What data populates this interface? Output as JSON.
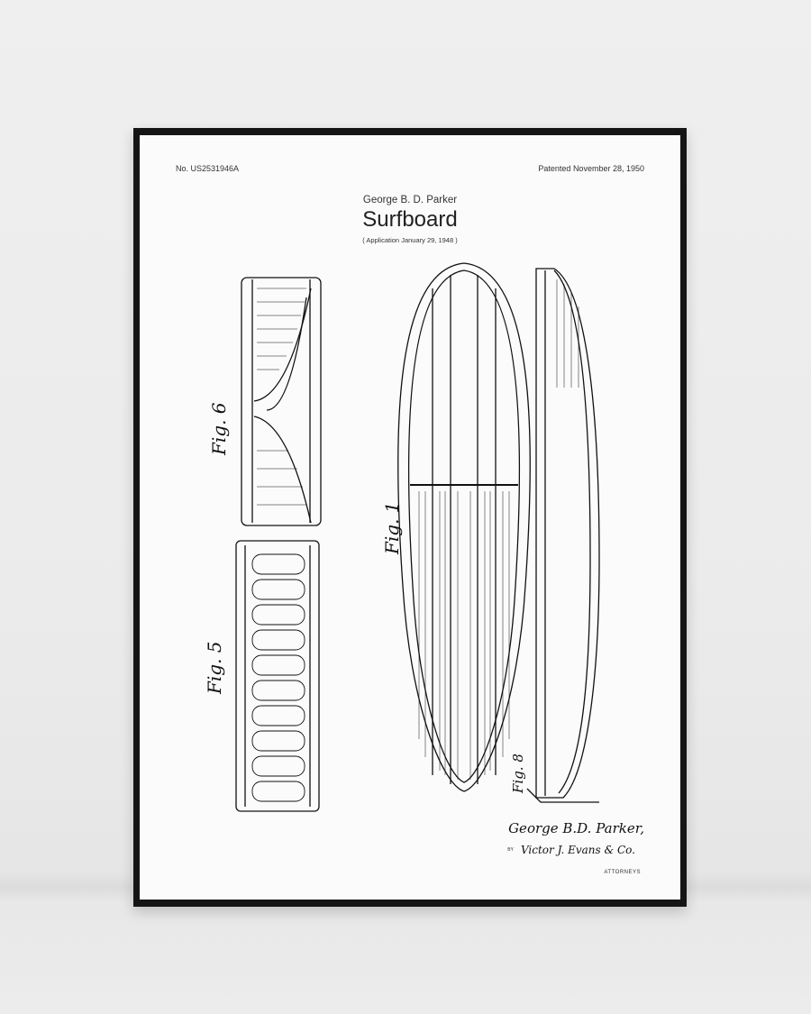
{
  "poster": {
    "patent_number": "No. US2531946A",
    "patent_date": "Patented November 28, 1950",
    "inventor": "George B. D. Parker",
    "title": "Surfboard",
    "application": "( Application January 29, 1948 )",
    "signature": "George B.D. Parker,",
    "by_label": "BY",
    "attorney_signature": "Victor J. Evans & Co.",
    "attorneys_label": "ATTORNEYS",
    "figures": [
      "Fig. 1",
      "Fig. 5",
      "Fig. 6",
      "Fig. 8"
    ]
  }
}
